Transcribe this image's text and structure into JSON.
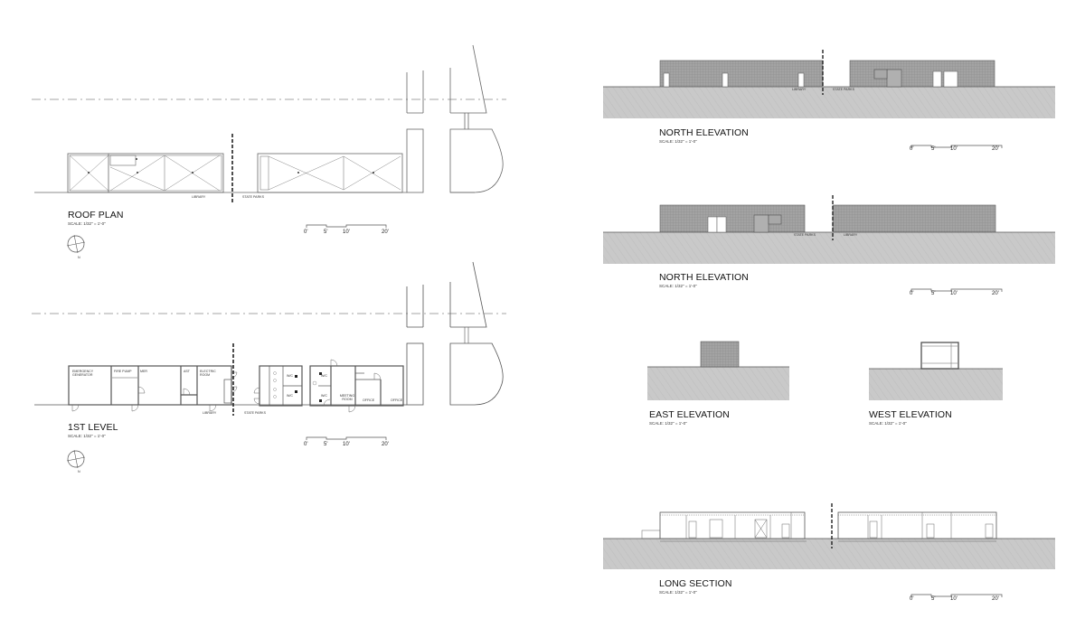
{
  "sheet": {
    "left_column": {
      "roof_plan": {
        "title": "ROOF PLAN",
        "scale": "SCALE: 1/32\" = 1'-0\"",
        "labels": {
          "left": "LIBRARY",
          "right": "STATE PARKS"
        },
        "north_arrow": "N",
        "scale_bar": [
          "0'",
          "5'",
          "10'",
          "20'"
        ]
      },
      "first_level": {
        "title": "1ST LEVEL",
        "scale": "SCALE: 1/32\" = 1'-0\"",
        "labels": {
          "left": "LIBRARY",
          "right": "STATE PARKS"
        },
        "north_arrow": "N",
        "scale_bar": [
          "0'",
          "5'",
          "10'",
          "20'"
        ],
        "rooms": [
          {
            "name": "EMERGENCY GENERATOR"
          },
          {
            "name": "FIRE PUMP"
          },
          {
            "name": "MER"
          },
          {
            "name": "AST"
          },
          {
            "name": "ELECTRIC ROOM"
          },
          {
            "name": "W/C"
          },
          {
            "name": "W/C"
          },
          {
            "name": "W/C"
          },
          {
            "name": "W/C"
          },
          {
            "name": "MEETING ROOM"
          },
          {
            "name": "OFFICE"
          },
          {
            "name": "OFFICE"
          }
        ]
      }
    },
    "right_column": {
      "north_elevation_1": {
        "title": "NORTH ELEVATION",
        "scale": "SCALE: 1/32\" = 1'-0\"",
        "labels": {
          "left": "LIBRARY",
          "right": "STATE PARKS"
        },
        "scale_bar": [
          "0'",
          "5'",
          "10'",
          "20'"
        ]
      },
      "north_elevation_2": {
        "title": "NORTH ELEVATION",
        "scale": "SCALE: 1/32\" = 1'-0\"",
        "labels": {
          "left": "STATE PARKS",
          "right": "LIBRARY"
        },
        "scale_bar": [
          "0'",
          "5'",
          "10'",
          "20'"
        ]
      },
      "east_elevation": {
        "title": "EAST ELEVATION",
        "scale": "SCALE: 1/32\" = 1'-0\""
      },
      "west_elevation": {
        "title": "WEST ELEVATION",
        "scale": "SCALE: 1/32\" = 1'-0\""
      },
      "long_section": {
        "title": "LONG SECTION",
        "scale": "SCALE: 1/32\" = 1'-0\"",
        "scale_bar": [
          "0'",
          "5'",
          "10'",
          "20'"
        ]
      }
    },
    "colors": {
      "line": "#555555",
      "ground_fill": "#c8c8c8",
      "brick_fill": "#9a9a9a",
      "background": "#ffffff"
    }
  }
}
